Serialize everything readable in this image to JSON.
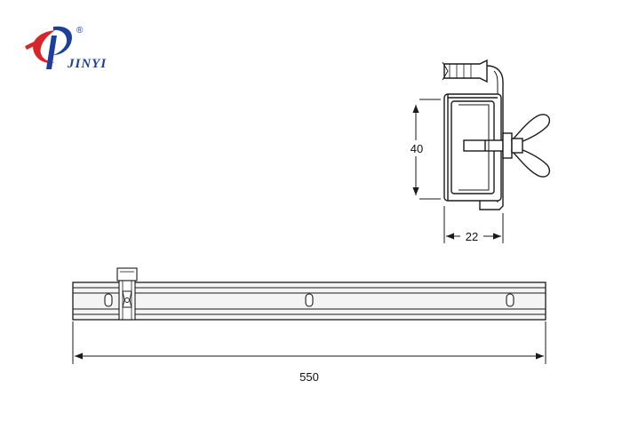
{
  "logo": {
    "brand": "JINYI",
    "registered_mark": "®",
    "colors": {
      "red": "#d7262b",
      "blue": "#1d3f9a"
    }
  },
  "dimensions": {
    "height": "40",
    "width": "22",
    "length": "550"
  },
  "colors": {
    "line": "#1a1a1a",
    "rail_fill": "#f4f4f4"
  }
}
